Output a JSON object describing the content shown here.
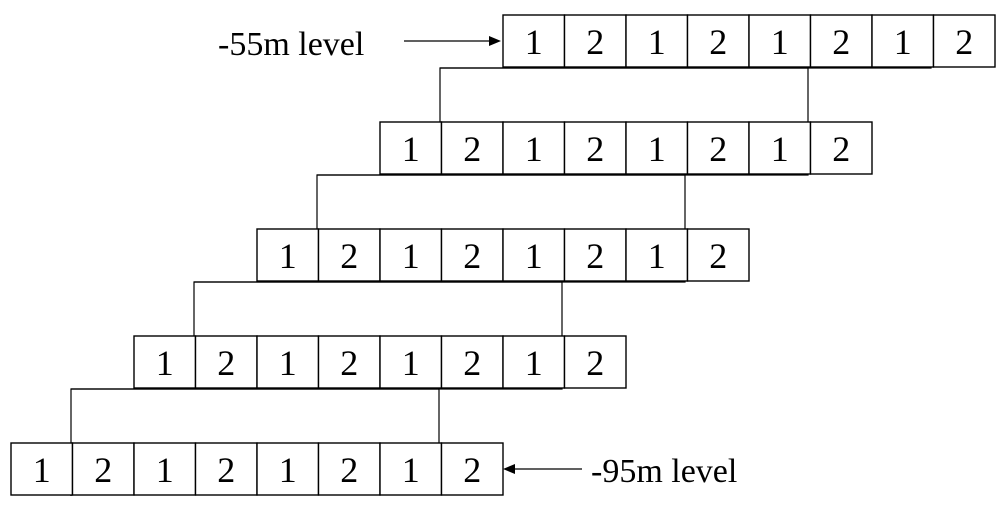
{
  "labels": {
    "top": "-55m level",
    "bottom": "-95m level"
  },
  "rows": [
    {
      "cells": [
        "1",
        "2",
        "1",
        "2",
        "1",
        "2",
        "1",
        "2"
      ]
    },
    {
      "cells": [
        "1",
        "2",
        "1",
        "2",
        "1",
        "2",
        "1",
        "2"
      ]
    },
    {
      "cells": [
        "1",
        "2",
        "1",
        "2",
        "1",
        "2",
        "1",
        "2"
      ]
    },
    {
      "cells": [
        "1",
        "2",
        "1",
        "2",
        "1",
        "2",
        "1",
        "2"
      ]
    },
    {
      "cells": [
        "1",
        "2",
        "1",
        "2",
        "1",
        "2",
        "1",
        "2"
      ]
    }
  ]
}
